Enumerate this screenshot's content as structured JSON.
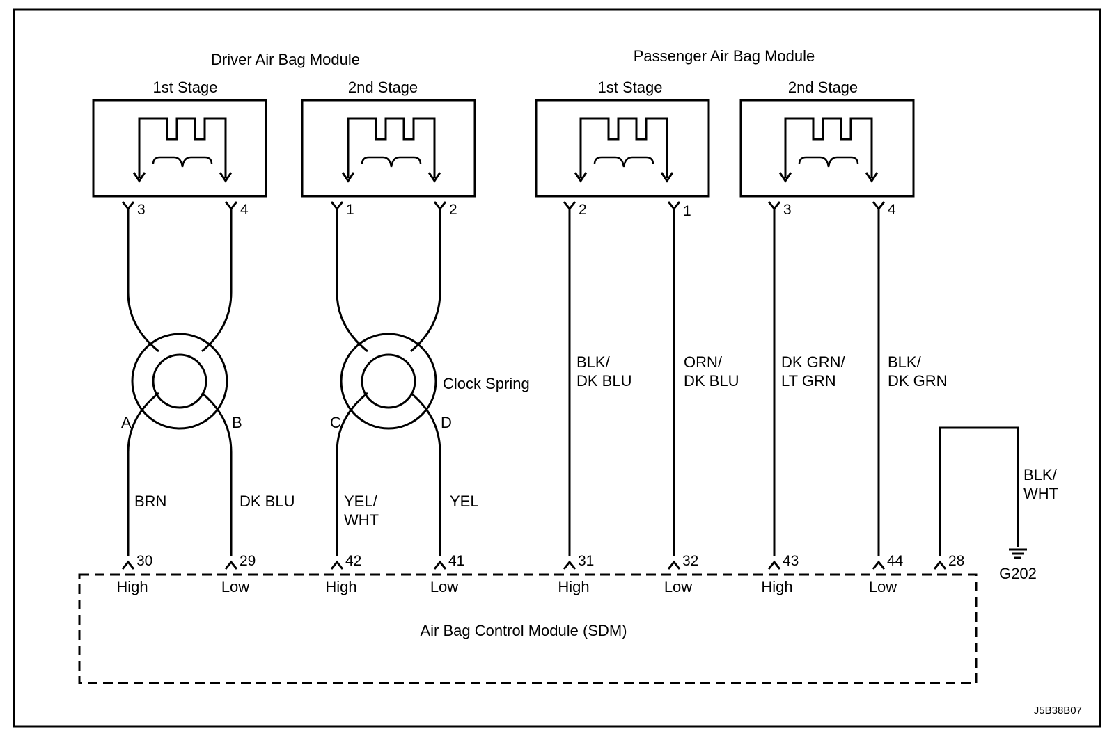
{
  "driver_module": {
    "title": "Driver Air Bag Module",
    "stage1": {
      "label": "1st Stage",
      "pin_a": "3",
      "pin_b": "4"
    },
    "stage2": {
      "label": "2nd Stage",
      "pin_a": "1",
      "pin_b": "2"
    }
  },
  "passenger_module": {
    "title": "Passenger Air Bag Module",
    "stage1": {
      "label": "1st Stage",
      "pin_a": "2",
      "pin_b": "1"
    },
    "stage2": {
      "label": "2nd Stage",
      "pin_a": "3",
      "pin_b": "4"
    }
  },
  "clock_spring": {
    "label": "Clock Spring",
    "terminals": [
      "A",
      "B",
      "C",
      "D"
    ]
  },
  "wires": [
    {
      "id": "w1",
      "color": [
        "BRN"
      ],
      "sdm_pin": "30",
      "sdm_label": "High"
    },
    {
      "id": "w2",
      "color": [
        "DK BLU"
      ],
      "sdm_pin": "29",
      "sdm_label": "Low"
    },
    {
      "id": "w3",
      "color": [
        "YEL/",
        "WHT"
      ],
      "sdm_pin": "42",
      "sdm_label": "High"
    },
    {
      "id": "w4",
      "color": [
        "YEL"
      ],
      "sdm_pin": "41",
      "sdm_label": "Low"
    },
    {
      "id": "w5",
      "color": [
        "BLK/",
        "DK BLU"
      ],
      "sdm_pin": "31",
      "sdm_label": "High"
    },
    {
      "id": "w6",
      "color": [
        "ORN/",
        "DK BLU"
      ],
      "sdm_pin": "32",
      "sdm_label": "Low"
    },
    {
      "id": "w7",
      "color": [
        "DK GRN/",
        "LT GRN"
      ],
      "sdm_pin": "43",
      "sdm_label": "High"
    },
    {
      "id": "w8",
      "color": [
        "BLK/",
        "DK GRN"
      ],
      "sdm_pin": "44",
      "sdm_label": "Low"
    }
  ],
  "ground_wire": {
    "color": [
      "BLK/",
      "WHT"
    ],
    "sdm_pin": "28",
    "ground": "G202"
  },
  "sdm": {
    "label": "Air Bag Control Module (SDM)"
  },
  "figure_code": "J5B38B07"
}
